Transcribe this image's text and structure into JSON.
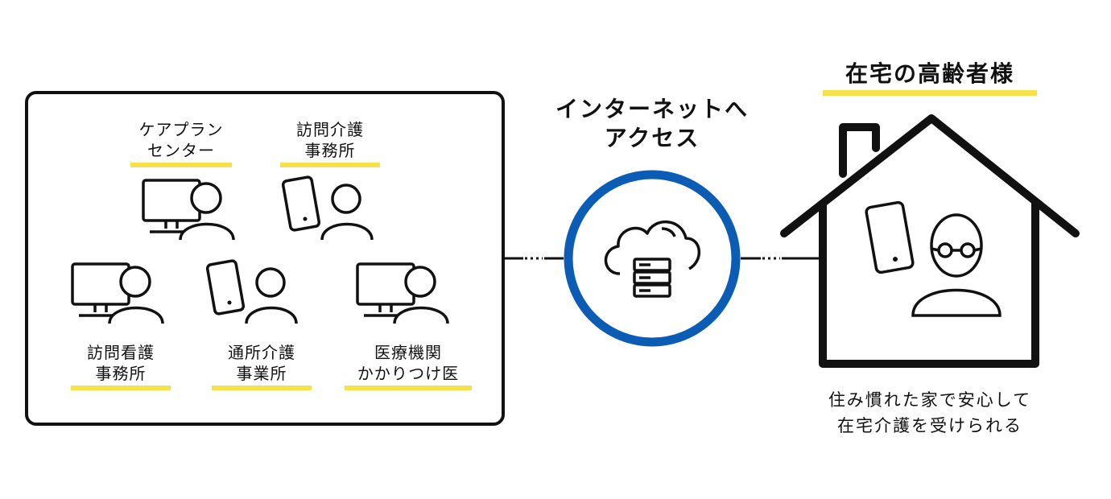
{
  "facilities": {
    "care_plan_center": {
      "line1": "ケアプラン",
      "line2": "センター"
    },
    "home_visit_care": {
      "line1": "訪問介護",
      "line2": "事務所"
    },
    "home_visit_nursing": {
      "line1": "訪問看護",
      "line2": "事務所"
    },
    "day_care": {
      "line1": "通所介護",
      "line2": "事業所"
    },
    "medical": {
      "line1": "医療機関",
      "line2": "かかりつけ医"
    }
  },
  "internet": {
    "line1": "インターネットへ",
    "line2": "アクセス"
  },
  "home": {
    "title": "在宅の高齢者様",
    "note_line1": "住み慣れた家で安心して",
    "note_line2": "在宅介護を受けられる"
  },
  "colors": {
    "highlight": "#f7e14a",
    "circle": "#0a5cb5",
    "ink": "#111111"
  },
  "icons": [
    "computer-icon",
    "smartphone-icon",
    "person-icon",
    "cloud-server-icon",
    "house-icon",
    "elderly-person-icon"
  ]
}
